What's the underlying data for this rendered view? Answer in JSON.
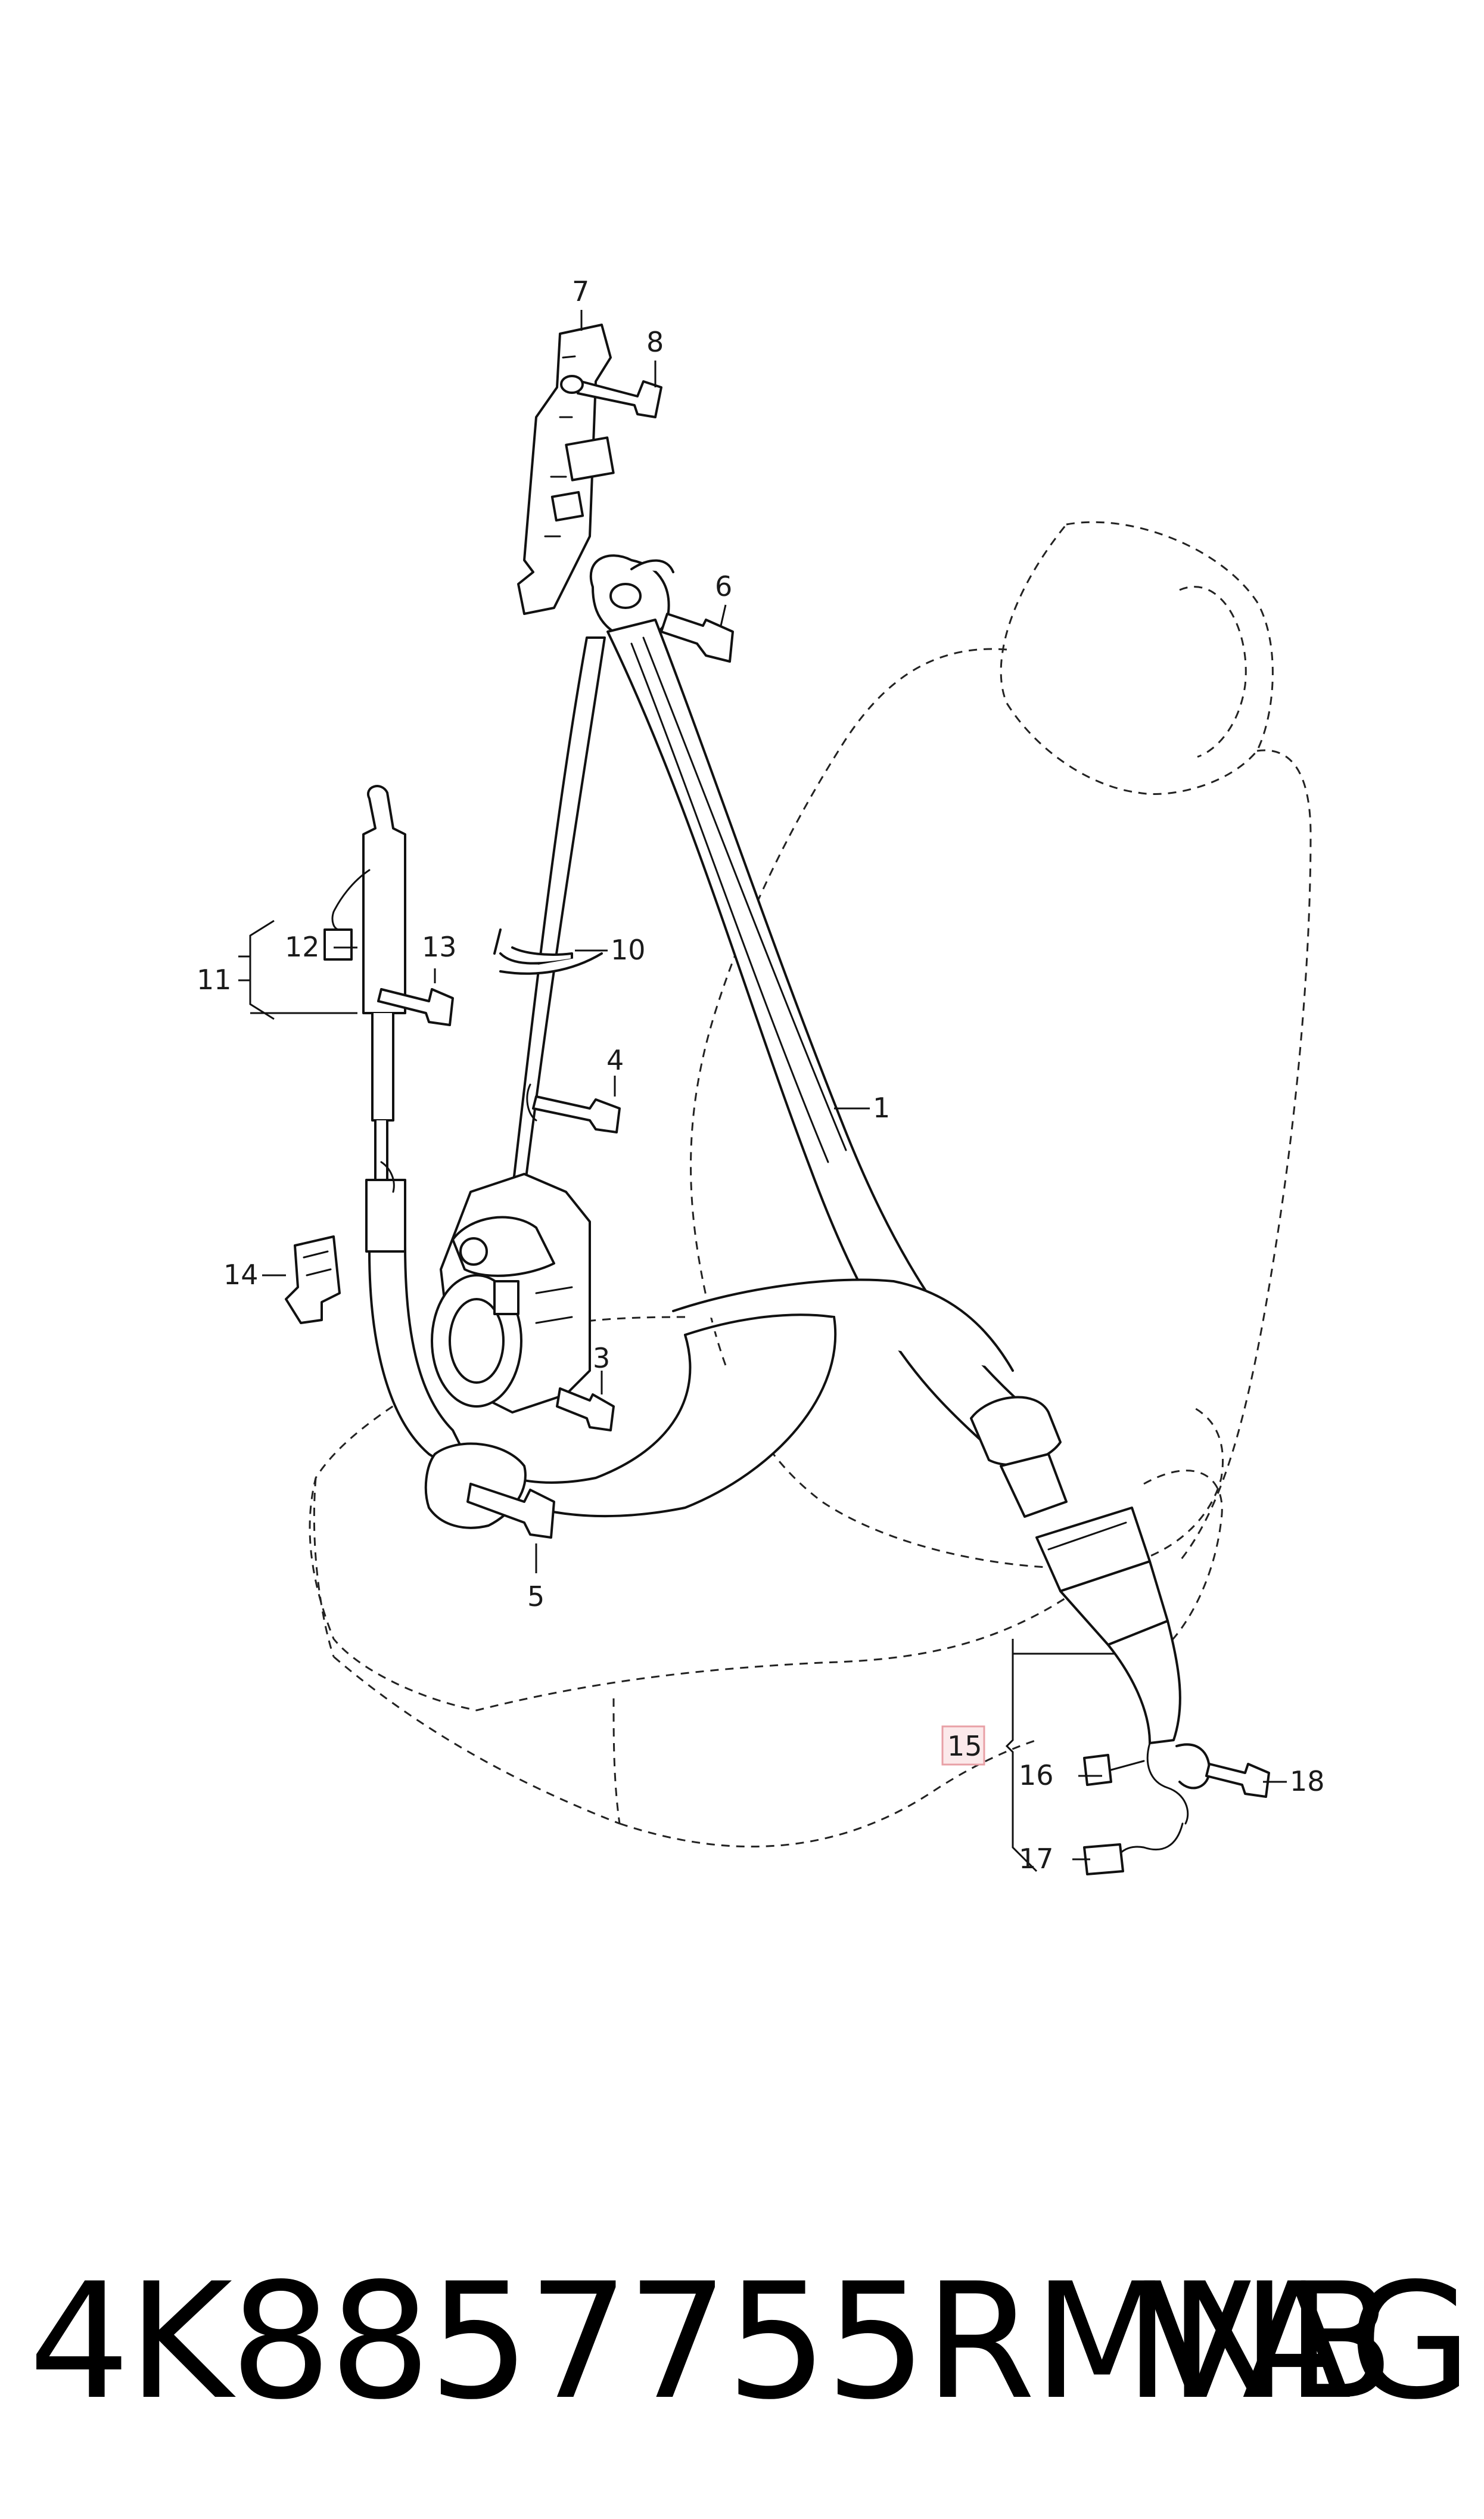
{
  "callouts": {
    "c1": "1",
    "c3": "3",
    "c4": "4",
    "c5": "5",
    "c6": "6",
    "c7": "7",
    "c8": "8",
    "c10": "10",
    "c11": "11",
    "c12": "12",
    "c13": "13",
    "c14": "14",
    "c15": "15",
    "c16": "16",
    "c17": "17",
    "c18": "18"
  },
  "highlight_color": "#e8a0a6",
  "footer": {
    "part_number": "4K8857755RMNB",
    "brand": "VAG"
  }
}
